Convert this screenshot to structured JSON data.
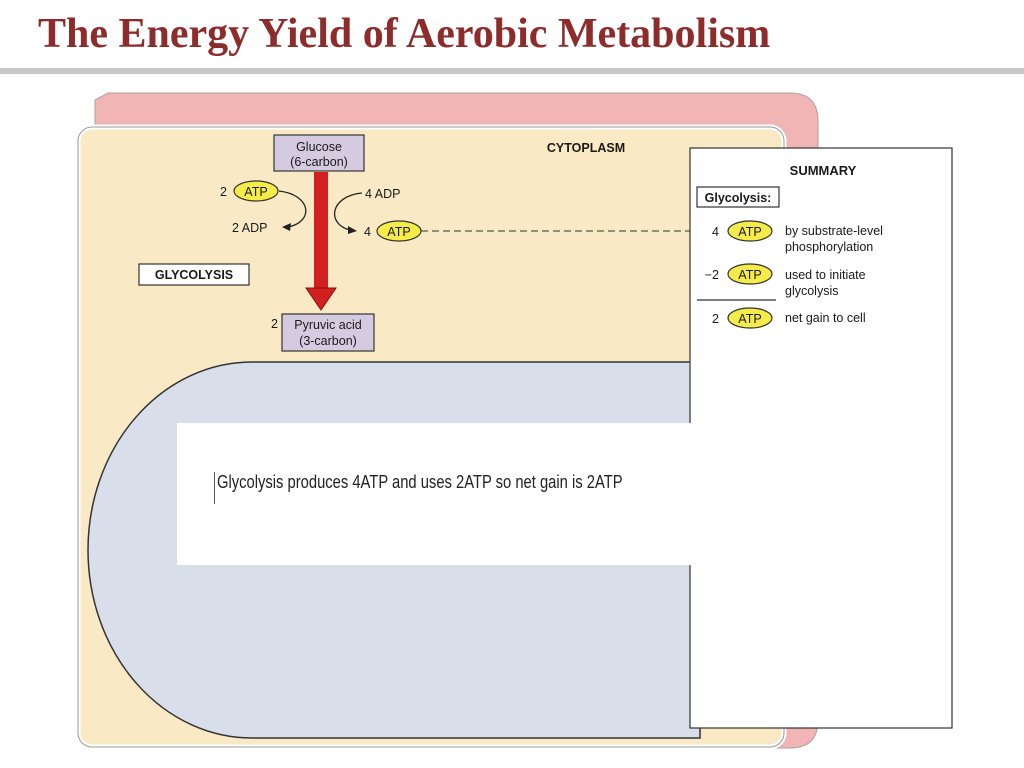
{
  "title": "The Energy Yield of Aerobic Metabolism",
  "colors": {
    "title": "#8e2b2b",
    "membrane": "#f2b5b5",
    "cytoplasm": "#f9e9c4",
    "mitochondrion": "#d8deea",
    "molecule_box": "#d5cbe0",
    "atp_oval": "#f5ec4a",
    "arrow": "#d21f1f"
  },
  "diagram": {
    "glucose": {
      "line1": "Glucose",
      "line2": "(6-carbon)"
    },
    "pyruvic": {
      "count": "2",
      "line1": "Pyruvic acid",
      "line2": "(3-carbon)"
    },
    "atp": "ATP",
    "left_input_count": "2",
    "left_output": "2 ADP",
    "right_input": "4 ADP",
    "right_output_count": "4",
    "glycolysis_label": "GLYCOLYSIS",
    "cytoplasm_label": "CYTOPLASM"
  },
  "summary": {
    "heading": "SUMMARY",
    "subheading": "Glycolysis:",
    "rows": [
      {
        "count": "4",
        "atp": "ATP",
        "desc1": "by substrate-level",
        "desc2": "phosphorylation"
      },
      {
        "count": "−2",
        "atp": "ATP",
        "desc1": "used to initiate",
        "desc2": "glycolysis"
      },
      {
        "count": "2",
        "atp": "ATP",
        "desc1": "net gain to cell",
        "desc2": ""
      }
    ]
  },
  "caption": "Glycolysis produces 4ATP and uses 2ATP so net gain is 2ATP"
}
